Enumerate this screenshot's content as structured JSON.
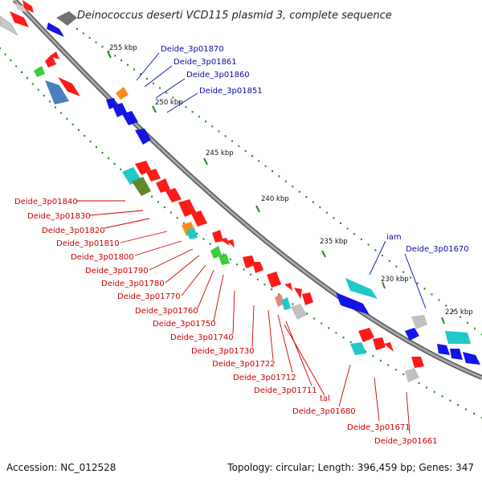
{
  "title": "Deinococcus deserti VCD115 plasmid 3, complete sequence",
  "footer": {
    "accession": "Accession: NC_012528",
    "summary": "Topology: circular; Length: 396,459 bp; Genes: 347"
  },
  "colors": {
    "backbone": "#8a8a8a",
    "ticks": "#228b22",
    "label_top": "#0a0aa8",
    "label_bottom": "#cc0000",
    "gene_red": "#ff1a1a",
    "gene_blue": "#1414e6",
    "gene_cyan": "#20c8c8",
    "gene_green": "#3ccc3c",
    "gene_grey": "#b8b8b8",
    "gene_orange": "#ff8c1a",
    "gene_steel": "#4a7fbf",
    "gene_olive": "#5f8a2a",
    "gene_pink": "#f08080"
  },
  "kbp_markers": [
    "255 kbp",
    "250 kbp",
    "245 kbp",
    "240 kbp",
    "235 kbp",
    "230 kbp",
    "225 kbp"
  ],
  "top_labels": [
    "Deide_3p01870",
    "Deide_3p01861",
    "Deide_3p01860",
    "Deide_3p01851",
    "iam",
    "Deide_3p01670"
  ],
  "bottom_labels": [
    "Deide_3p01840",
    "Deide_3p01830",
    "Deide_3p01820",
    "Deide_3p01810",
    "Deide_3p01800",
    "Deide_3p01790",
    "Deide_3p01780",
    "Deide_3p01770",
    "Deide_3p01760",
    "Deide_3p01750",
    "Deide_3p01740",
    "Deide_3p01730",
    "Deide_3p01722",
    "Deide_3p01712",
    "Deide_3p01711",
    "tal",
    "Deide_3p01680",
    "Deide_3p01671",
    "Deide_3p01661"
  ]
}
